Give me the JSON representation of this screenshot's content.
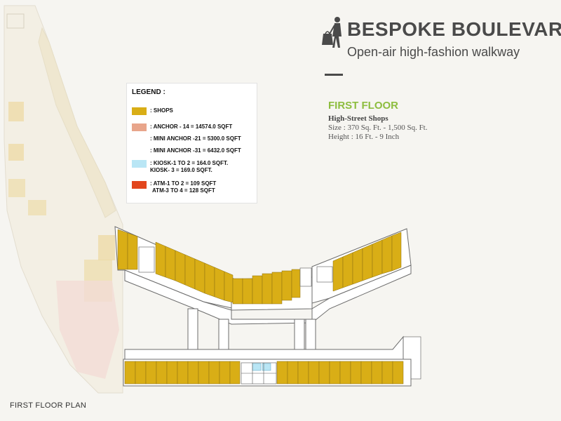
{
  "brand": {
    "title": "BESPOKE BOULEVARD",
    "subtitle": "Open-air high-fashion walkway",
    "logo_icon": "shopping-woman-icon"
  },
  "floor_info": {
    "title": "FIRST FLOOR",
    "category": "High-Street Shops",
    "size": "Size : 370 Sq. Ft. - 1,500 Sq. Ft.",
    "height": "Height : 16 Ft. - 9 Inch"
  },
  "legend": {
    "title": "LEGEND :",
    "items": [
      {
        "label": ": SHOPS",
        "color": "#d9ae16"
      },
      {
        "label": ": ANCHOR - 14 =  14574.0 SQFT",
        "color": "#e8a58b"
      },
      {
        "label": ": MINI ANCHOR -21  =  5300.0 SQFT",
        "color": ""
      },
      {
        "label": ": MINI ANCHOR -31  =  6432.0 SQFT",
        "color": ""
      },
      {
        "label": ": KIOSK-1 TO 2  = 164.0 SQFT.",
        "label2": "KIOSK- 3 = 169.0 SQFT.",
        "color": "#b9e6f5"
      },
      {
        "label": ": ATM-1 TO 2 = 109 SQFT",
        "label2": "ATM-3 TO 4 = 128 SQFT",
        "color": "#e2461d"
      }
    ]
  },
  "plan_label": "FIRST FLOOR PLAN",
  "colors": {
    "shop": "#d9ae16",
    "faded_shop": "#ecd9a0",
    "faded_area": "#f2dcd6",
    "corridor": "#ffffff",
    "outline": "#6d6d6d"
  }
}
